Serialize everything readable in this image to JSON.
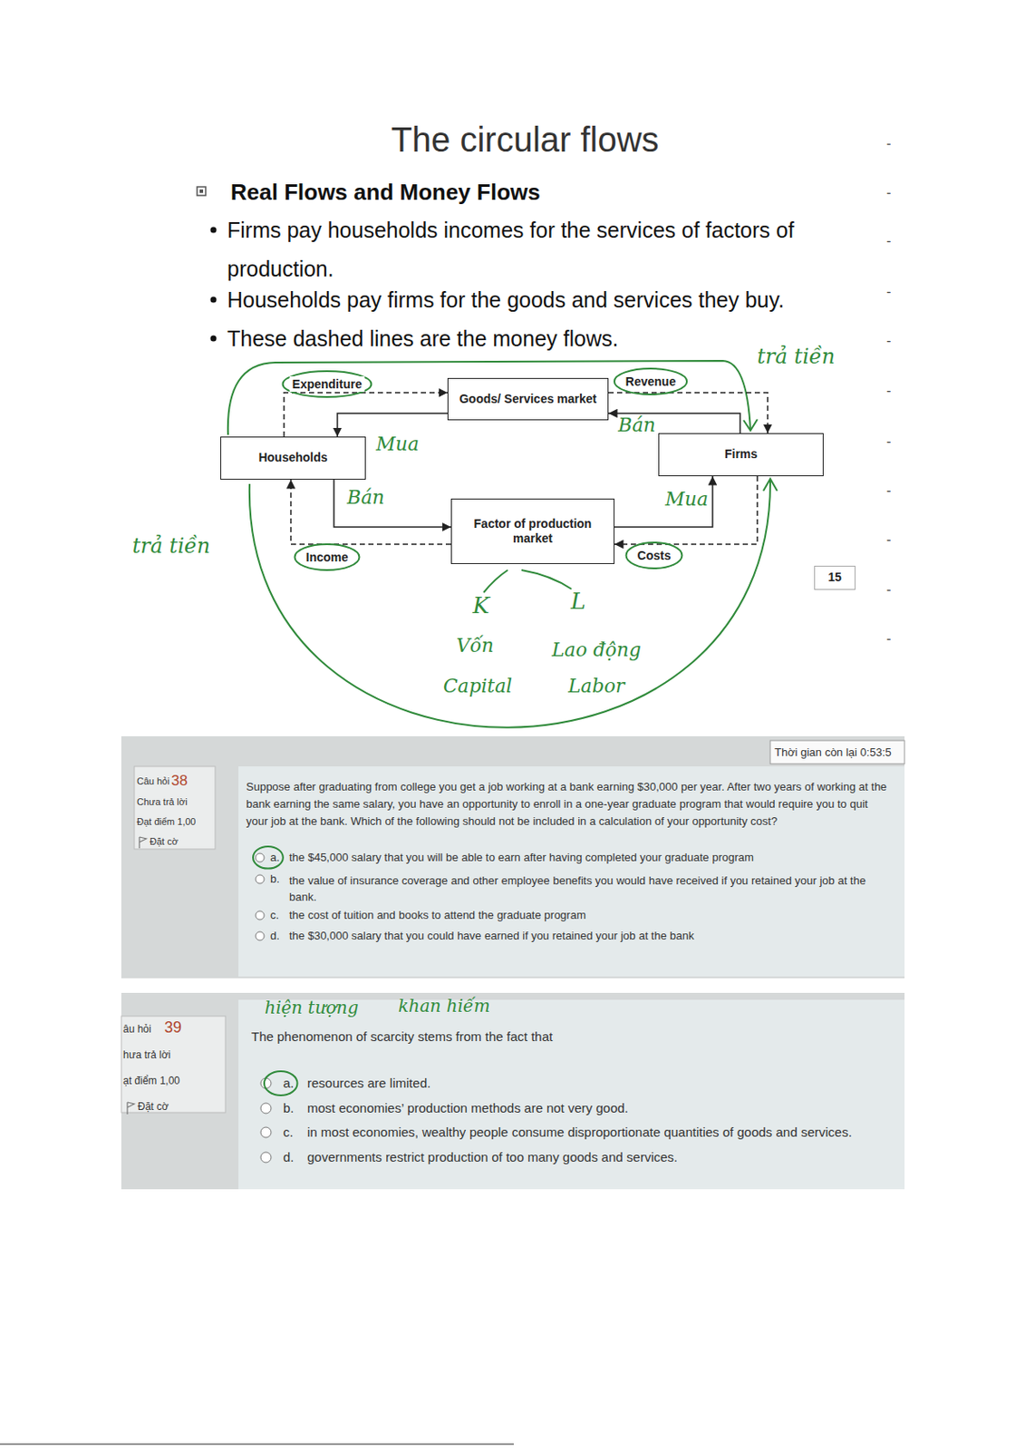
{
  "diagram": {
    "title": "The circular flows",
    "nodes": [
      {
        "text": [
          "Goods/ Services market"
        ]
      },
      {
        "text": [
          "Households"
        ]
      },
      {
        "text": [
          "Firms"
        ]
      },
      {
        "text": [
          "Factor of production market"
        ]
      },
      {
        "text": [
          "15"
        ]
      }
    ],
    "edges": [
      {
        "from": 0,
        "to": 1,
        "arrow": "to"
      },
      {
        "from": 1,
        "to": 3,
        "arrow": "to"
      },
      {
        "from": 3,
        "to": 2,
        "arrow": "to"
      },
      {
        "from": 2,
        "to": 0,
        "arrow": "to"
      },
      {
        "from": 1,
        "to": 0,
        "label": "Expenditure",
        "arrow": "to"
      },
      {
        "from": 0,
        "to": 2,
        "label": "Revenue",
        "arrow": "to"
      },
      {
        "from": 2,
        "to": 3,
        "label": "Costs",
        "arrow": "to"
      },
      {
        "from": 3,
        "to": 1,
        "label": "Income",
        "arrow": "to"
      }
    ],
    "labels": [
      "Real Flows and Money Flows",
      "Firms pay households incomes for the services of factors of production.",
      "Households pay firms for the goods and services they buy.",
      "These dashed lines are the money flows.",
      "trả tiền",
      "Mua",
      "Bán",
      "Bán",
      "Mua",
      "trả tiền",
      "K",
      "L",
      "Vốn",
      "Lao động",
      "Capital",
      "Labor",
      "Thời gian còn lại 0:53:5",
      "Câu hỏi",
      "38",
      "Chưa trả lời",
      "Đạt điểm 1,00",
      "Đặt cờ",
      "Suppose after graduating from college you get a job working at a bank earning $30,000 per year. After two years of working at the bank earning the same salary, you have an opportunity to enroll in a one-year graduate program that would require you to quit your job at the bank. Which of the following should not be included in a calculation of your opportunity cost?",
      "a.",
      "the $45,000 salary that you will be able to earn after having completed your graduate program",
      "b.",
      "the value of insurance coverage and other employee benefits you would have received if you retained your job at the bank.",
      "c.",
      "the cost of tuition and books to attend the graduate program",
      "d.",
      "the $30,000 salary that you could have earned if you retained your job at the bank",
      "âu hỏi",
      "39",
      "hưa trả lời",
      "ạt điểm 1,00",
      "Đặt cờ",
      "hiện tượng",
      "khan hiếm",
      "The phenomenon of scarcity stems from the fact that",
      "a.",
      "resources are limited.",
      "b.",
      "most economies’ production methods are not very good.",
      "c.",
      "in most economies, wealthy people consume disproportionate quantities of goods and services.",
      "d.",
      "governments restrict production of too many goods and services.",
      "-",
      "-",
      "-",
      "-",
      "-",
      "-",
      "-",
      "-",
      "-",
      "-",
      "-"
    ]
  }
}
